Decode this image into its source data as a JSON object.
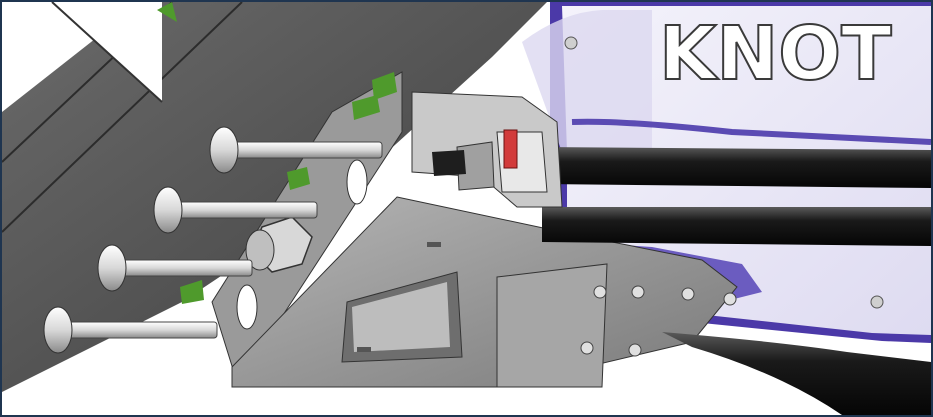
{
  "image": {
    "kind": "CAD rendering",
    "housing_logo_text": "KNOT",
    "colors": {
      "frame_border": "#1f3550",
      "housing_purple": "#4b39a8",
      "housing_light": "#eceaf8",
      "bracket_gray": "#8f8f8f",
      "dark_plate": "#5a5a5a",
      "green_pad": "#4f9a2c",
      "red_clip": "#d23a3a",
      "cable": "#151515"
    },
    "parts": {
      "bolt_count": 4,
      "hex_nut_count": 1,
      "cable_count": 3,
      "screw_count": 8
    }
  }
}
